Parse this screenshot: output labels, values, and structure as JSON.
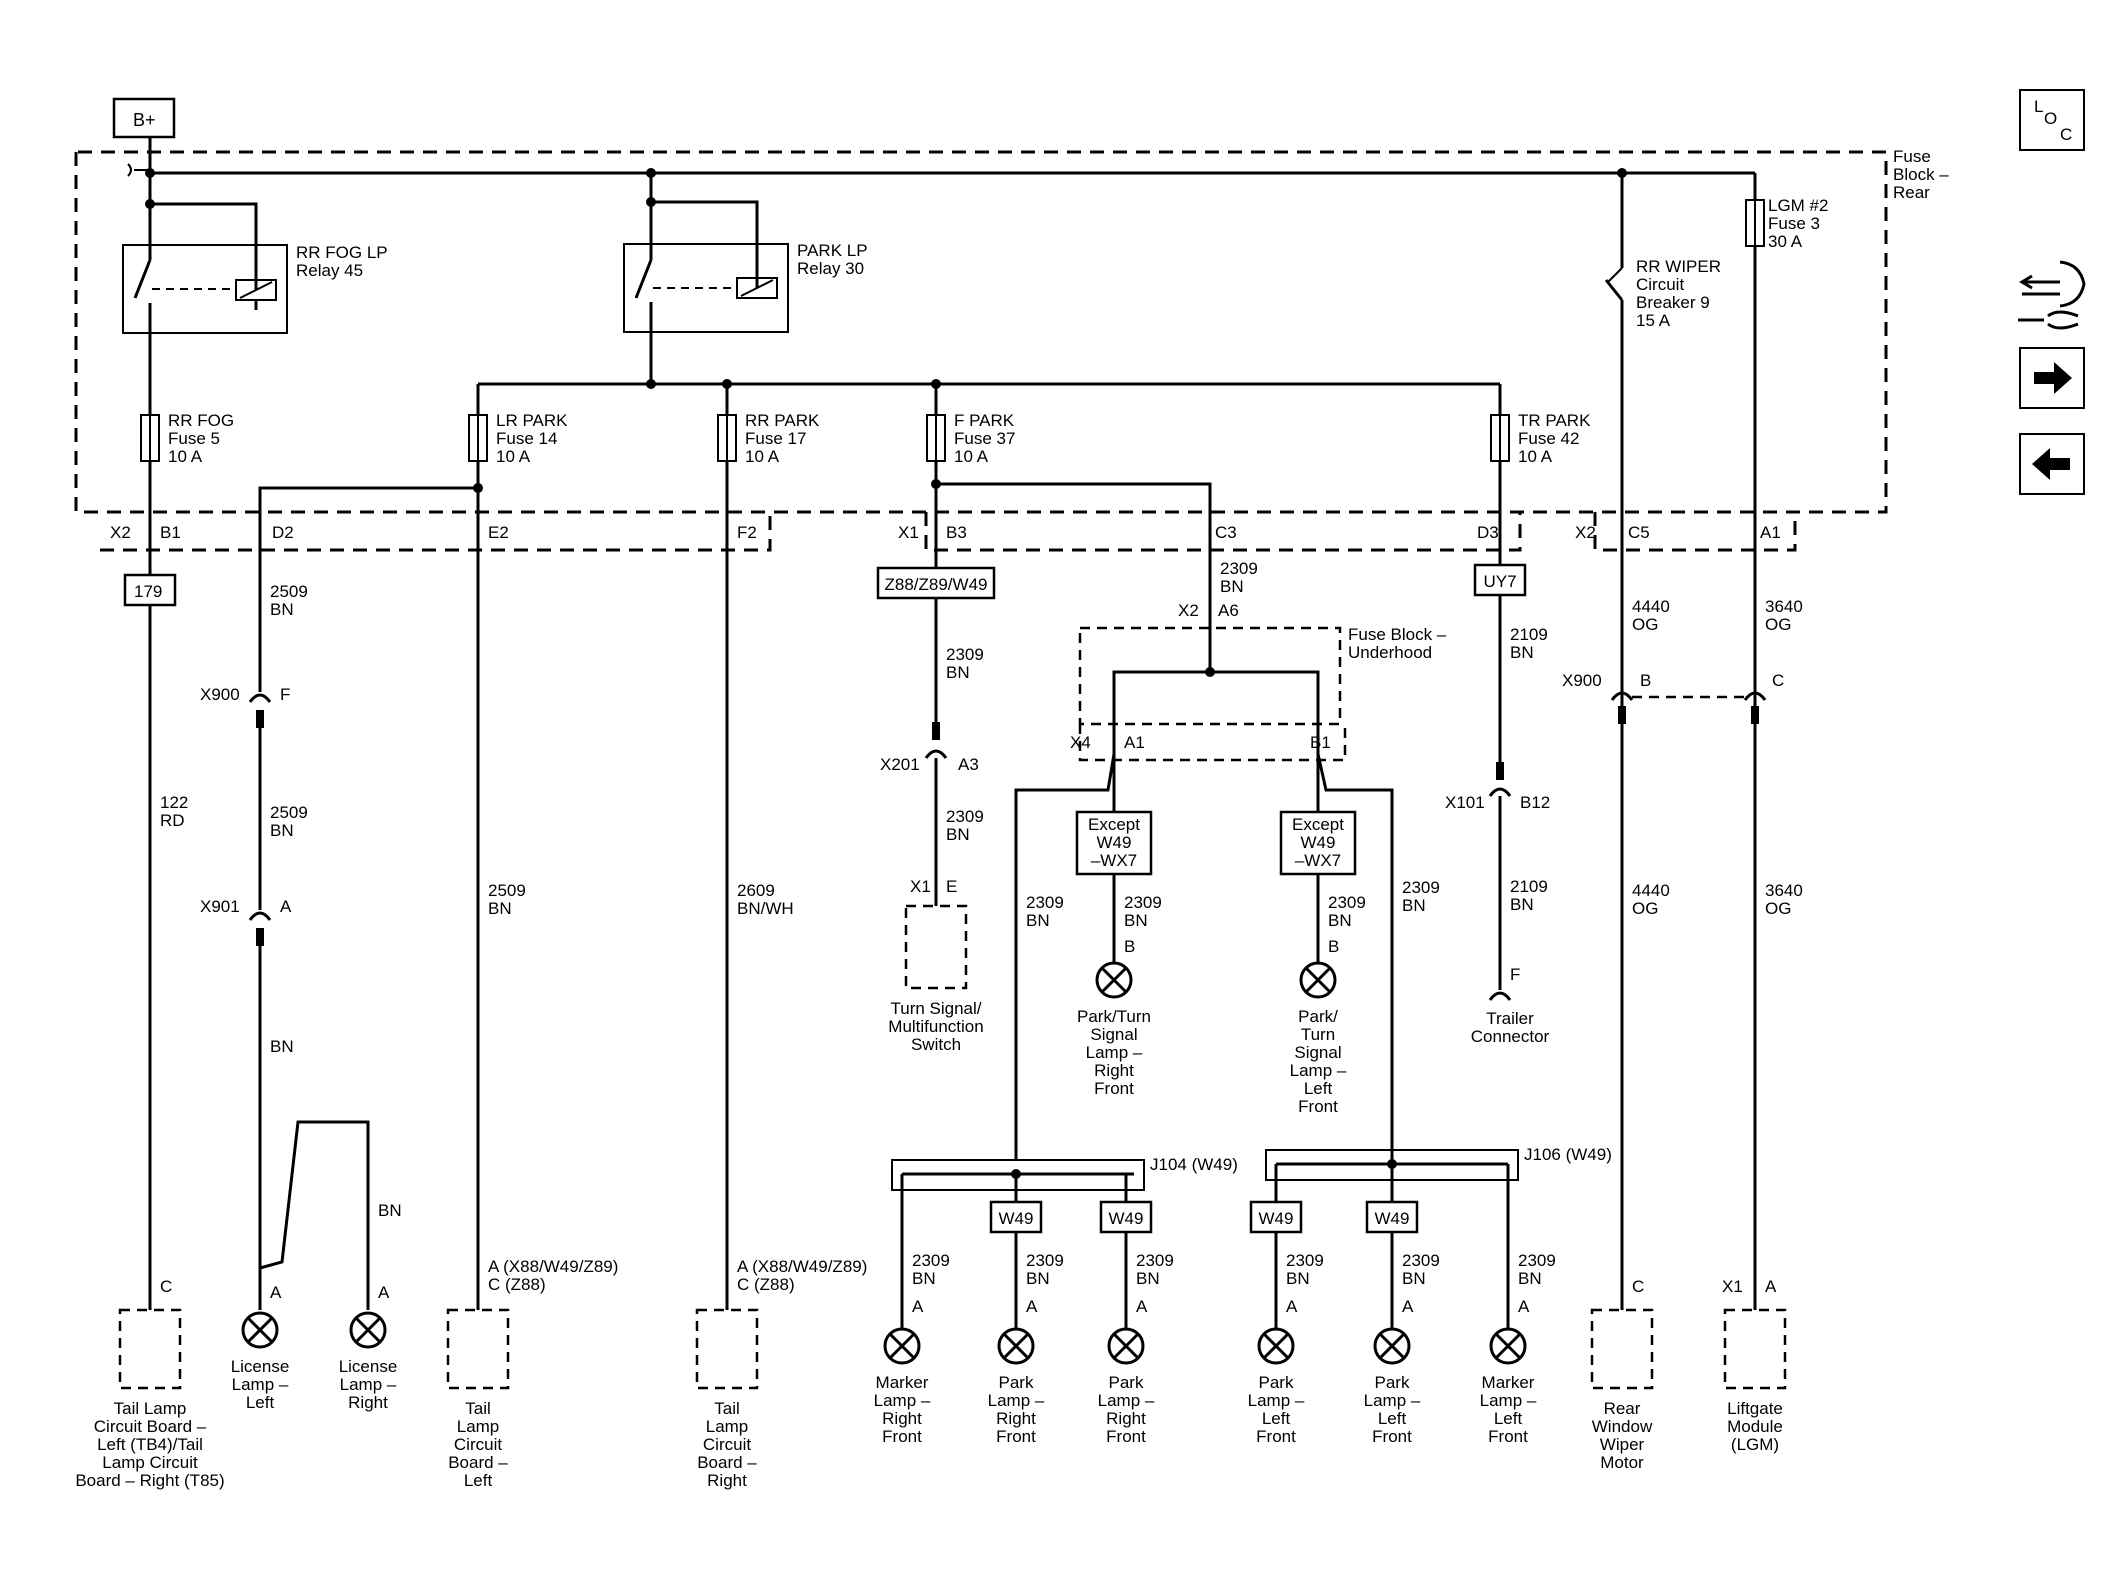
{
  "power": {
    "label": "B+"
  },
  "fuse_block_rear": {
    "line1": "Fuse",
    "line2": "Block –",
    "line3": "Rear"
  },
  "relays": [
    {
      "name": "RR FOG LP",
      "sub": "Relay 45"
    },
    {
      "name": "PARK LP",
      "sub": "Relay 30"
    }
  ],
  "fuses": [
    {
      "name": "RR FOG",
      "fuse": "Fuse 5",
      "amps": "10 A"
    },
    {
      "name": "LR PARK",
      "fuse": "Fuse 14",
      "amps": "10 A"
    },
    {
      "name": "RR PARK",
      "fuse": "Fuse 17",
      "amps": "10 A"
    },
    {
      "name": "F PARK",
      "fuse": "Fuse 37",
      "amps": "10 A"
    },
    {
      "name": "TR PARK",
      "fuse": "Fuse 42",
      "amps": "10 A"
    },
    {
      "name": "LGM #2",
      "fuse": "Fuse 3",
      "amps": "30 A"
    }
  ],
  "breaker": {
    "name": "RR WIPER",
    "line2": "Circuit",
    "line3": "Breaker 9",
    "amps": "15 A"
  },
  "pins": {
    "x2": "X2",
    "b1": "B1",
    "d2": "D2",
    "e2": "E2",
    "f2": "F2",
    "x1": "X1",
    "b3": "B3",
    "c3": "C3",
    "d3": "D3",
    "x2b": "X2",
    "c5": "C5",
    "a1": "A1"
  },
  "options": {
    "o179": "179",
    "z88": "Z88/Z89/W49",
    "uy7": "UY7",
    "except1a": "Except",
    "except1b": "W49",
    "except1c": "–WX7",
    "except2a": "Except",
    "except2b": "W49",
    "except2c": "–WX7",
    "w49": "W49"
  },
  "wires": {
    "c2509": "2509",
    "c2309": "2309",
    "c2109": "2109",
    "c4440": "4440",
    "c3640": "3640",
    "c122": "122",
    "c2609": "2609",
    "bn": "BN",
    "og": "OG",
    "rd": "RD",
    "bnwh": "BN/WH"
  },
  "connectors": {
    "x900": "X900",
    "f": "F",
    "x901": "X901",
    "a": "A",
    "b": "B",
    "c": "C",
    "x201": "X201",
    "a3": "A3",
    "x1e_x1": "X1",
    "e": "E",
    "x101": "X101",
    "b12": "B12",
    "x2a6_x2": "X2",
    "a6": "A6",
    "x4": "X4",
    "a1": "A1",
    "b1": "B1"
  },
  "underhood": {
    "line1": "Fuse Block –",
    "line2": "Underhood"
  },
  "splices": {
    "j104": "J104 (W49)",
    "j106": "J106 (W49)"
  },
  "conn_notes": {
    "e2a": "A (X88/W49/Z89)",
    "e2c": "C (Z88)",
    "f2a": "A (X88/W49/Z89)",
    "f2c": "C (Z88)"
  },
  "components": {
    "tail_board": [
      "Tail Lamp",
      "Circuit Board –",
      "Left (TB4)/Tail",
      "Lamp Circuit",
      "Board – Right (T85)"
    ],
    "license_left": [
      "License",
      "Lamp –",
      "Left"
    ],
    "license_right": [
      "License",
      "Lamp –",
      "Right"
    ],
    "tail_left": [
      "Tail",
      "Lamp",
      "Circuit",
      "Board –",
      "Left"
    ],
    "tail_right": [
      "Tail",
      "Lamp",
      "Circuit",
      "Board –",
      "Right"
    ],
    "turn_switch": [
      "Turn Signal/",
      "Multifunction",
      "Switch"
    ],
    "park_turn_rf": [
      "Park/Turn",
      "Signal",
      "Lamp –",
      "Right",
      "Front"
    ],
    "park_turn_lf": [
      "Park/",
      "Turn",
      "Signal",
      "Lamp –",
      "Left",
      "Front"
    ],
    "trailer": [
      "Trailer",
      "Connector"
    ],
    "marker_rf": [
      "Marker",
      "Lamp –",
      "Right",
      "Front"
    ],
    "park_rf1": [
      "Park",
      "Lamp –",
      "Right",
      "Front"
    ],
    "park_rf2": [
      "Park",
      "Lamp –",
      "Right",
      "Front"
    ],
    "park_lf1": [
      "Park",
      "Lamp –",
      "Left",
      "Front"
    ],
    "park_lf2": [
      "Park",
      "Lamp –",
      "Left",
      "Front"
    ],
    "marker_lf": [
      "Marker",
      "Lamp –",
      "Left",
      "Front"
    ],
    "wiper_motor": [
      "Rear",
      "Window",
      "Wiper",
      "Motor"
    ],
    "liftgate": [
      "Liftgate",
      "Module",
      "(LGM)"
    ]
  },
  "side_panel": {
    "loc_l": "L",
    "loc_o": "O",
    "loc_c": "C"
  }
}
